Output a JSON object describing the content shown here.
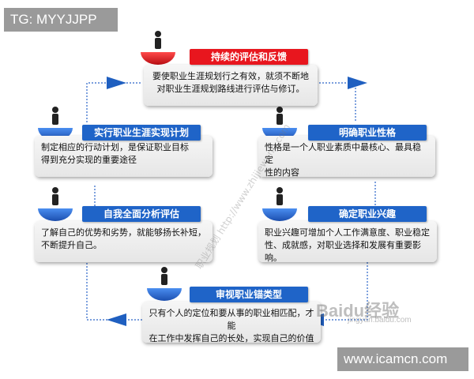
{
  "tags": {
    "top": "TG: MYYJJPP",
    "bottom": "www.icamcn.com"
  },
  "colors": {
    "red_header": "#e8161e",
    "blue_header": "#1f64c8",
    "arrow": "#1f5fc0"
  },
  "steps": [
    {
      "id": "top",
      "title": "持续的评估和反馈",
      "desc": [
        "要使职业生涯规划行之有效，就须不断地",
        "对职业生涯规划路线进行评估与修订。"
      ]
    },
    {
      "id": "right-top",
      "title": "明确职业性格",
      "desc": [
        "性格是一个人职业素质中最核心、最具稳定",
        "性的内容"
      ]
    },
    {
      "id": "right-mid",
      "title": "确定职业兴趣",
      "desc": [
        "职业兴趣可增加个人工作满意度、职业稳定",
        "性、成就感，对职业选择和发展有重要影响。"
      ]
    },
    {
      "id": "bottom",
      "title": "审视职业锚类型",
      "desc": [
        "只有个人的定位和要从事的职业相匹配，才能",
        "在工作中发挥自己的长处，实现自己的价值"
      ]
    },
    {
      "id": "left-mid",
      "title": "自我全面分析评估",
      "desc": [
        "了解自己的优势和劣势，就能够扬长补短，",
        "不断提升自己。"
      ]
    },
    {
      "id": "left-top",
      "title": "实行职业生涯实现计划",
      "desc": [
        "制定相应的行动计划，是保证职业目标",
        "得到充分实现的重要途径"
      ]
    }
  ],
  "watermarks": {
    "diagonal": "职业规划 http://www.zhijiewang.com",
    "baidu": "Baidu经验",
    "baidu_sub": "jingyan.baidu.com"
  }
}
